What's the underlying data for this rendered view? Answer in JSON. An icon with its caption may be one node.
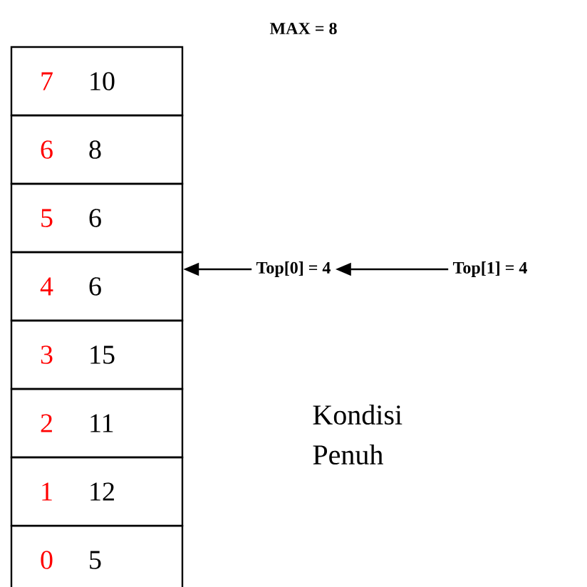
{
  "diagram": {
    "nodes": [
      {
        "text": [
          "7",
          "10"
        ]
      },
      {
        "text": [
          "6",
          "8"
        ]
      },
      {
        "text": [
          "5",
          "6"
        ]
      },
      {
        "text": [
          "4",
          "6"
        ]
      },
      {
        "text": [
          "3",
          "15"
        ]
      },
      {
        "text": [
          "2",
          "11"
        ]
      },
      {
        "text": [
          "1",
          "12"
        ]
      },
      {
        "text": [
          "0",
          "5"
        ]
      },
      {
        "text": [
          "Top[0] = 4"
        ]
      },
      {
        "text": [
          "Top[1] = 4"
        ]
      }
    ],
    "edges": [
      {
        "from": 8,
        "to": 3,
        "arrow": "to"
      },
      {
        "from": 9,
        "to": 8,
        "arrow": "to"
      }
    ],
    "labels": [
      "MAX = 8",
      "Kondisi Penuh"
    ]
  }
}
